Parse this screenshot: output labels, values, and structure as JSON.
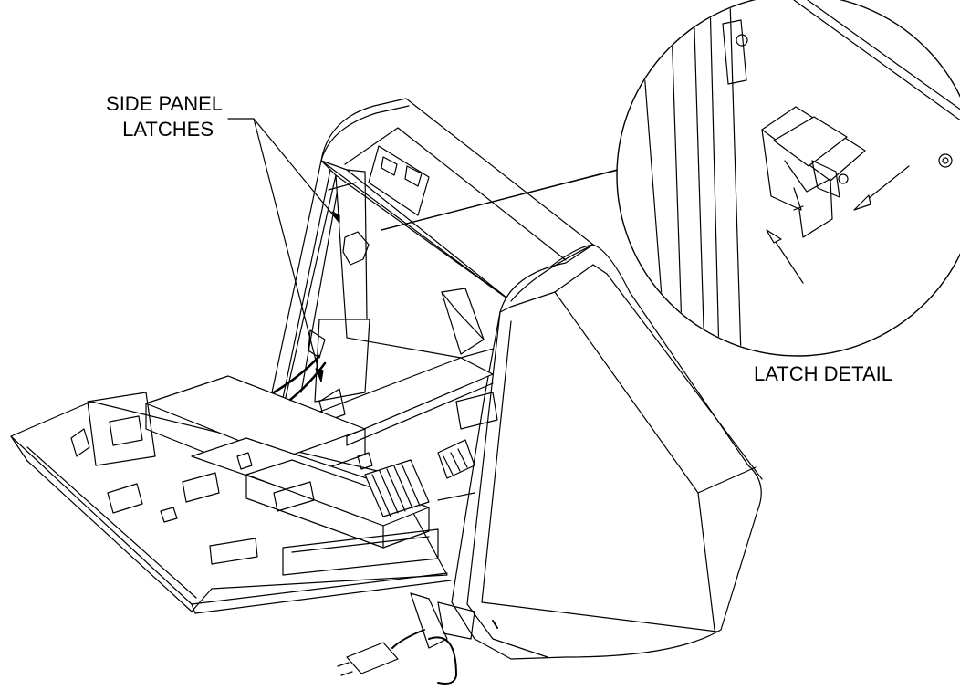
{
  "labels": {
    "side_panel_line1": "SIDE PANEL",
    "side_panel_line2": "LATCHES",
    "latch_detail": "LATCH DETAIL"
  },
  "colors": {
    "ink": "#000000",
    "paper": "#ffffff"
  }
}
